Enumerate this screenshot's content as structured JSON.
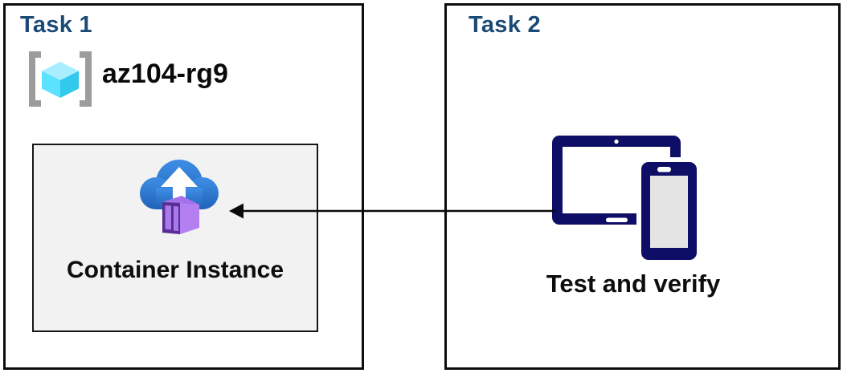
{
  "diagram": {
    "task1": {
      "title": "Task 1",
      "resource_group": {
        "name": "az104-rg9",
        "icon": "resource-group-icon"
      },
      "container_box": {
        "label": "Container Instance",
        "icon": "container-instances-icon"
      }
    },
    "task2": {
      "title": "Task 2",
      "caption": "Test and verify",
      "icon": "devices-icon"
    },
    "arrow": {
      "icon": "left-arrow-connector",
      "from": "task2-devices",
      "to": "container-instance-box",
      "direction": "right-to-left"
    },
    "colors": {
      "task_title_blue": "#1b4a77",
      "box_border_black": "#0d0d0d",
      "container_box_bg": "#f2f2f2",
      "device_navy": "#0e0e66",
      "device_screen_gray": "#e4e4e4",
      "cloud_blue_top": "#3e8ee6",
      "cloud_blue_bottom": "#2063b8",
      "container_purple_side": "#b37ff1",
      "container_purple_top": "#a671ec",
      "container_door_frame": "#5a2d94",
      "container_door_panel": "#a97bea",
      "cube_cyan_top": "#a9eeff",
      "cube_cyan_left": "#5be2fe",
      "cube_cyan_right": "#33c9ec",
      "bracket_gray": "#9c9c9c",
      "text_black": "#0d0d0d"
    }
  }
}
